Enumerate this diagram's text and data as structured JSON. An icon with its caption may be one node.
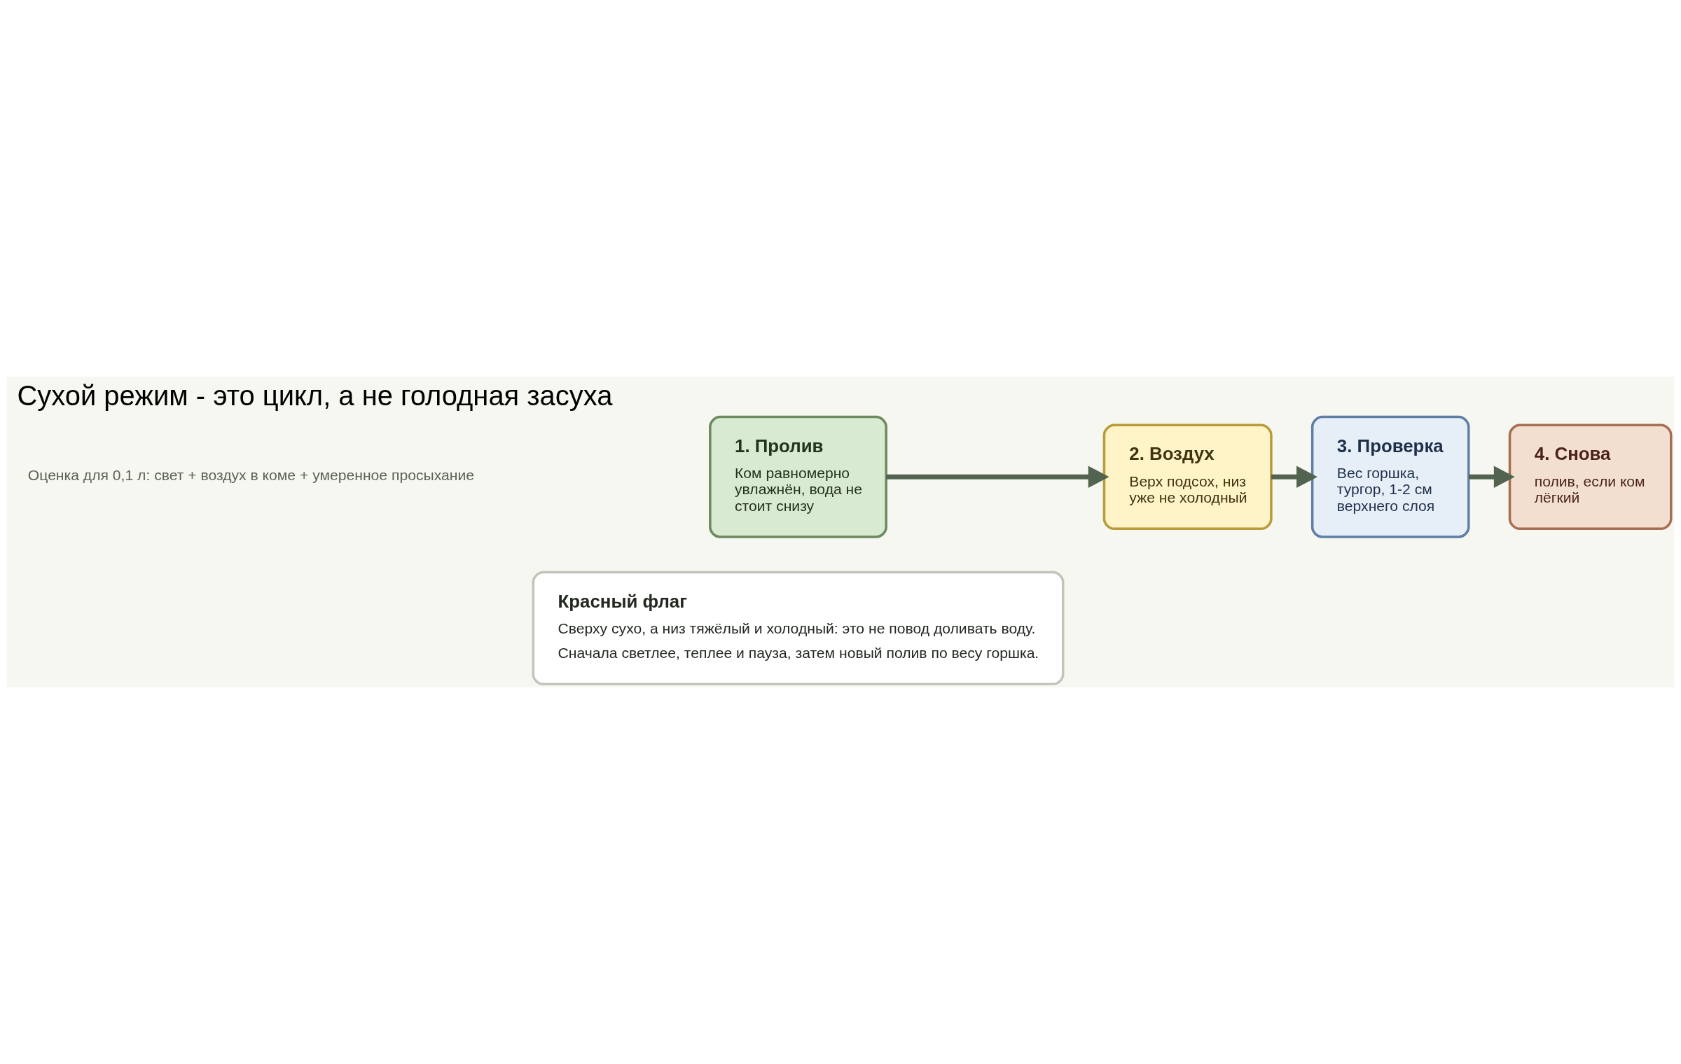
{
  "diagram": {
    "title": "Сухой режим - это цикл, а не голодная засуха",
    "nodes": [
      {
        "text": [
          "1. Пролив",
          "Ком равномерно увлажнён, вода не стоит снизу"
        ]
      },
      {
        "text": [
          "2. Воздух",
          "Верх подсох, низ уже не холодный"
        ]
      },
      {
        "text": [
          "3. Проверка",
          "Вес горшка, тургор, 1-2 см верхнего слоя"
        ]
      },
      {
        "text": [
          "4. Снова",
          "полив, если ком лёгкий"
        ]
      },
      {
        "text": [
          "Красный флаг",
          "Сверху сухо, а низ тяжёлый и холодный: это не повод доливать воду.",
          "Сначала светлее, теплее и пауза, затем новый полив по весу горшка."
        ]
      }
    ],
    "edges": [
      {
        "from": 0,
        "to": 1,
        "arrow": "to"
      },
      {
        "from": 1,
        "to": 2,
        "arrow": "to"
      },
      {
        "from": 2,
        "to": 3,
        "arrow": "to"
      }
    ],
    "labels": [
      "Оценка для 0,1 л: свет + воздух в коме + умеренное просыхание"
    ]
  }
}
